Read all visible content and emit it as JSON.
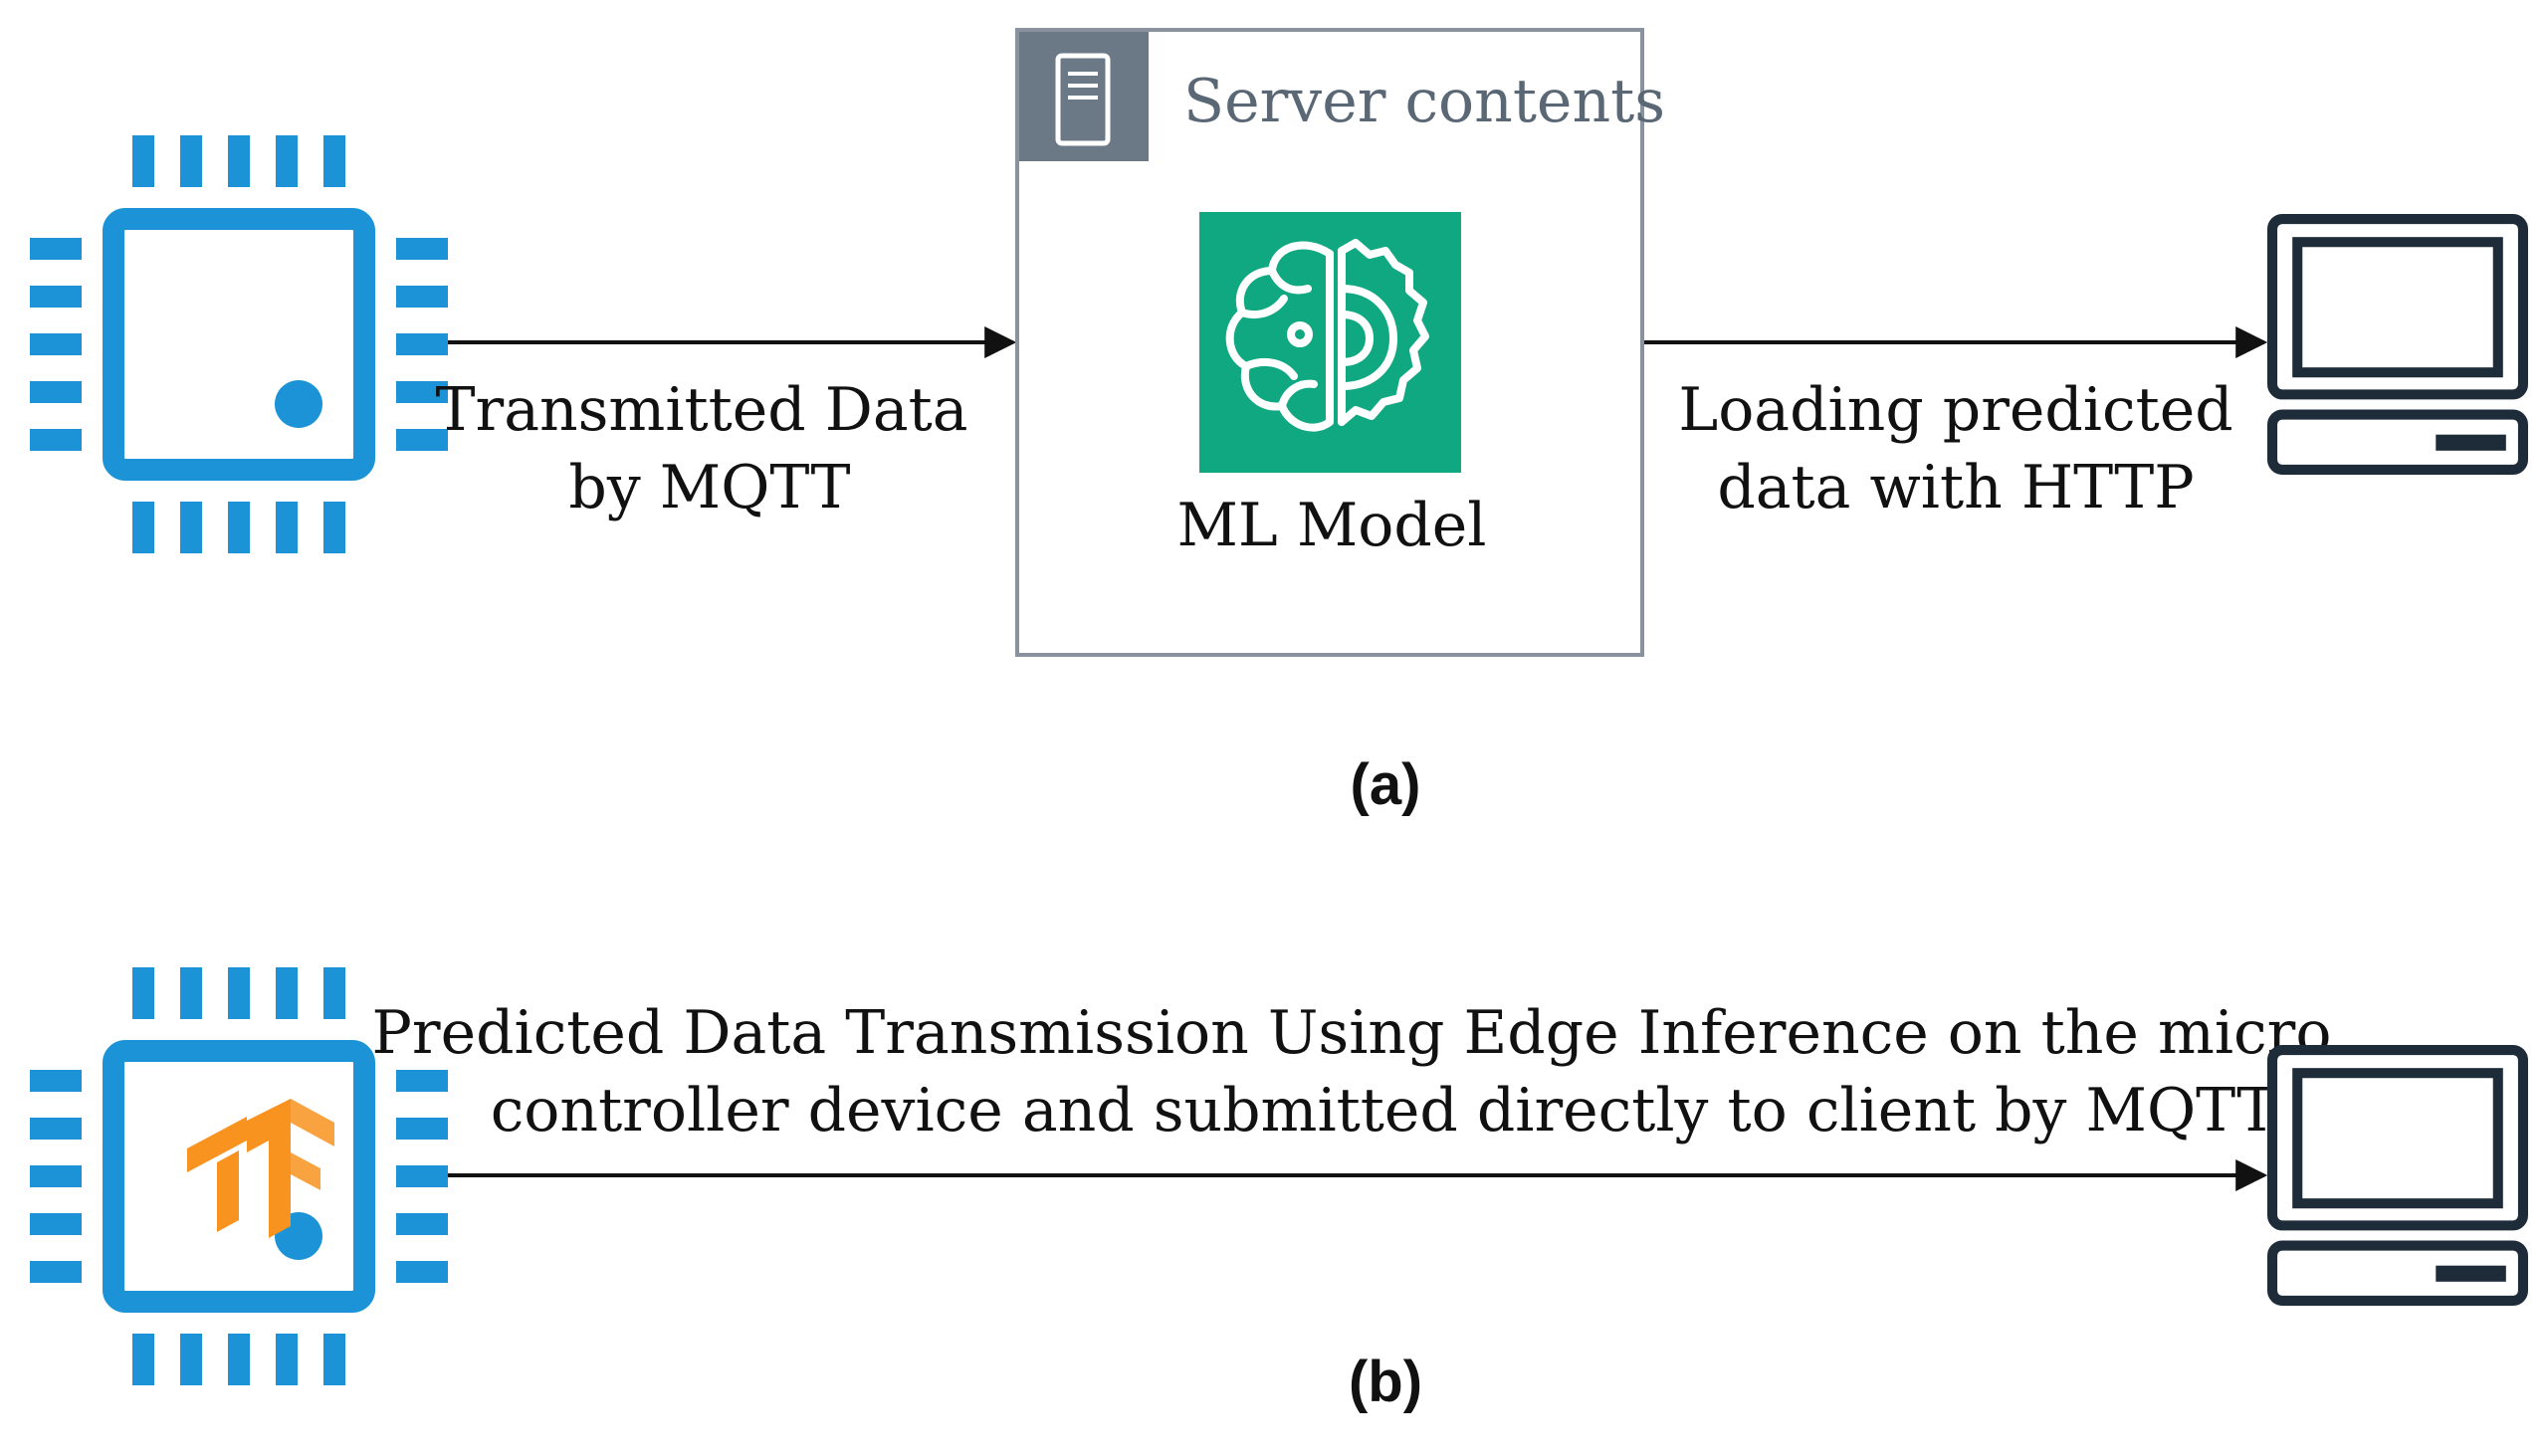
{
  "colors": {
    "chip": "#1b93d6",
    "server_border": "#8a939d",
    "server_header": "#6b7886",
    "ml_model_bg": "#0fa880",
    "computer": "#1e2c3a",
    "tflite": "#f7931e",
    "arrow": "#111111"
  },
  "icons": {
    "microcontroller": "microcontroller-chip-icon",
    "server": "server-icon",
    "ml_model": "ml-model-brain-gear-icon",
    "computer": "desktop-computer-icon",
    "tflite": "tensorflow-icon"
  },
  "panel_a": {
    "caption": "(a)",
    "arrow1_label": {
      "line1": "Transmitted Data",
      "line2": "by MQTT"
    },
    "server": {
      "title": "Server contents",
      "model_label": "ML Model"
    },
    "arrow2_label": {
      "line1": "Loading predicted",
      "line2": "data with HTTP"
    }
  },
  "panel_b": {
    "caption": "(b)",
    "arrow_label": {
      "line1": "Predicted Data Transmission Using Edge Inference on the micro",
      "line2": "controller device and submitted directly to client by MQTT"
    }
  }
}
